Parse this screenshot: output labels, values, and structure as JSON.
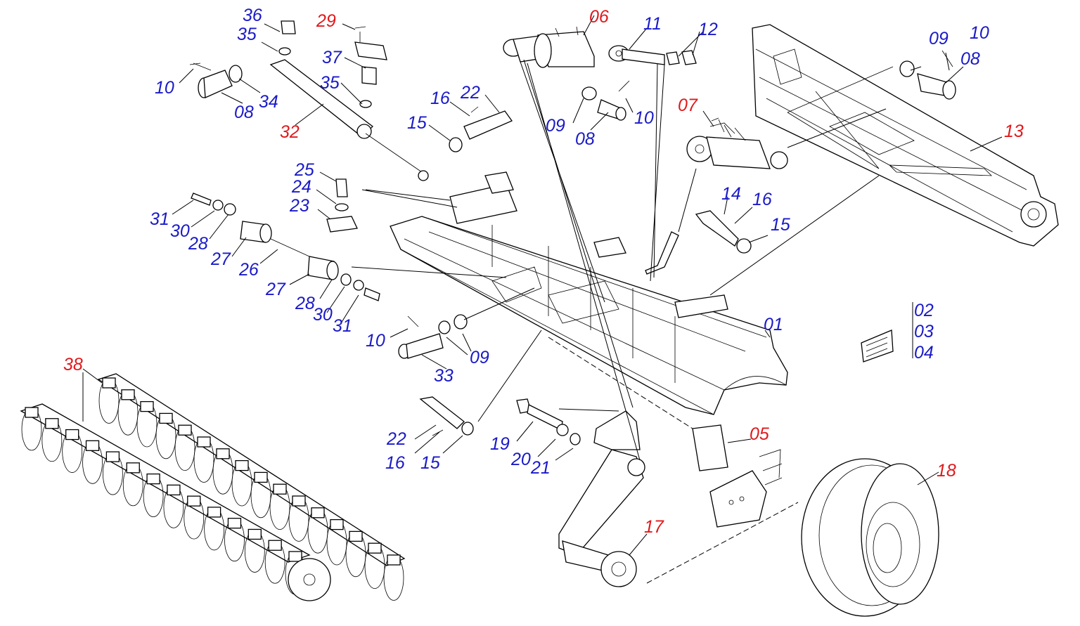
{
  "colors": {
    "assembly": "#e0191c",
    "part": "#1a1ac8",
    "line": "#000000"
  },
  "callouts": [
    {
      "id": "c36",
      "text": "36",
      "kind": "part"
    },
    {
      "id": "c35a",
      "text": "35",
      "kind": "part"
    },
    {
      "id": "c29",
      "text": "29",
      "kind": "assembly"
    },
    {
      "id": "c37",
      "text": "37",
      "kind": "part"
    },
    {
      "id": "c35b",
      "text": "35",
      "kind": "part"
    },
    {
      "id": "c10a",
      "text": "10",
      "kind": "part"
    },
    {
      "id": "c34",
      "text": "34",
      "kind": "part"
    },
    {
      "id": "c08a",
      "text": "08",
      "kind": "part"
    },
    {
      "id": "c32",
      "text": "32",
      "kind": "assembly"
    },
    {
      "id": "c06",
      "text": "06",
      "kind": "assembly"
    },
    {
      "id": "c11",
      "text": "11",
      "kind": "part"
    },
    {
      "id": "c12",
      "text": "12",
      "kind": "part"
    },
    {
      "id": "c22a",
      "text": "22",
      "kind": "part"
    },
    {
      "id": "c16a",
      "text": "16",
      "kind": "part"
    },
    {
      "id": "c15a",
      "text": "15",
      "kind": "part"
    },
    {
      "id": "c09a",
      "text": "09",
      "kind": "part"
    },
    {
      "id": "c08b",
      "text": "08",
      "kind": "part"
    },
    {
      "id": "c10b",
      "text": "10",
      "kind": "part"
    },
    {
      "id": "c07",
      "text": "07",
      "kind": "assembly"
    },
    {
      "id": "c09b",
      "text": "09",
      "kind": "part"
    },
    {
      "id": "c10c",
      "text": "10",
      "kind": "part"
    },
    {
      "id": "c08c",
      "text": "08",
      "kind": "part"
    },
    {
      "id": "c13",
      "text": "13",
      "kind": "assembly"
    },
    {
      "id": "c25",
      "text": "25",
      "kind": "part"
    },
    {
      "id": "c24",
      "text": "24",
      "kind": "part"
    },
    {
      "id": "c23",
      "text": "23",
      "kind": "part"
    },
    {
      "id": "c14",
      "text": "14",
      "kind": "part"
    },
    {
      "id": "c16b",
      "text": "16",
      "kind": "part"
    },
    {
      "id": "c15b",
      "text": "15",
      "kind": "part"
    },
    {
      "id": "c31a",
      "text": "31",
      "kind": "part"
    },
    {
      "id": "c30a",
      "text": "30",
      "kind": "part"
    },
    {
      "id": "c28a",
      "text": "28",
      "kind": "part"
    },
    {
      "id": "c27a",
      "text": "27",
      "kind": "part"
    },
    {
      "id": "c26",
      "text": "26",
      "kind": "part"
    },
    {
      "id": "c27b",
      "text": "27",
      "kind": "part"
    },
    {
      "id": "c28b",
      "text": "28",
      "kind": "part"
    },
    {
      "id": "c30b",
      "text": "30",
      "kind": "part"
    },
    {
      "id": "c31b",
      "text": "31",
      "kind": "part"
    },
    {
      "id": "c02",
      "text": "02",
      "kind": "part"
    },
    {
      "id": "c03",
      "text": "03",
      "kind": "part"
    },
    {
      "id": "c04",
      "text": "04",
      "kind": "part"
    },
    {
      "id": "c10d",
      "text": "10",
      "kind": "part"
    },
    {
      "id": "c09c",
      "text": "09",
      "kind": "part"
    },
    {
      "id": "c33",
      "text": "33",
      "kind": "part"
    },
    {
      "id": "c01",
      "text": "01",
      "kind": "part"
    },
    {
      "id": "c38",
      "text": "38",
      "kind": "assembly"
    },
    {
      "id": "c05",
      "text": "05",
      "kind": "assembly"
    },
    {
      "id": "c22b",
      "text": "22",
      "kind": "part"
    },
    {
      "id": "c16c",
      "text": "16",
      "kind": "part"
    },
    {
      "id": "c15c",
      "text": "15",
      "kind": "part"
    },
    {
      "id": "c19",
      "text": "19",
      "kind": "part"
    },
    {
      "id": "c20",
      "text": "20",
      "kind": "part"
    },
    {
      "id": "c21",
      "text": "21",
      "kind": "part"
    },
    {
      "id": "c18",
      "text": "18",
      "kind": "assembly"
    },
    {
      "id": "c17",
      "text": "17",
      "kind": "assembly"
    }
  ]
}
